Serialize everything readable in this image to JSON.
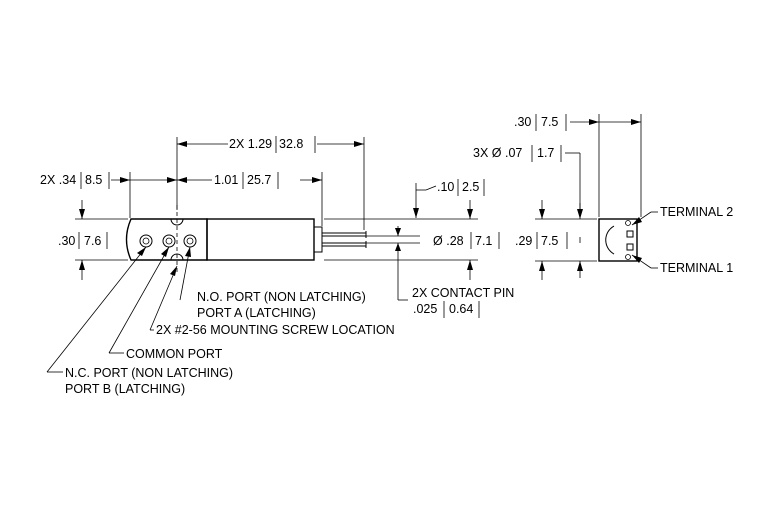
{
  "dimensions": {
    "mount_spacing": {
      "qty": "2X",
      "value": ".34",
      "metric": "8.5"
    },
    "overall_length": {
      "qty": "2X",
      "value": "1.29",
      "metric": "32.8"
    },
    "body_length": {
      "value": "1.01",
      "metric": "25.7"
    },
    "body_height": {
      "value": ".30",
      "metric": "7.6"
    },
    "pin_extension": {
      "value": ".10",
      "metric": "2.5"
    },
    "diameter": {
      "symbol": "Ø",
      "value": ".28",
      "metric": "7.1"
    },
    "contact_pin_size": {
      "value": ".025",
      "metric": "0.64"
    },
    "end_width": {
      "value": ".30",
      "metric": "7.5"
    },
    "terminal_hole": {
      "qty": "3X",
      "symbol": "Ø",
      "value": ".07",
      "metric": "1.7"
    },
    "end_height": {
      "value": ".29",
      "metric": "7.5"
    }
  },
  "callouts": {
    "contact_pin": "2X CONTACT PIN",
    "terminal_2": "TERMINAL 2",
    "terminal_1": "TERMINAL 1",
    "no_port_line1": "N.O. PORT (NON LATCHING)",
    "no_port_line2": "PORT A (LATCHING)",
    "mount_screw": "2X #2-56 MOUNTING SCREW LOCATION",
    "common_port": "COMMON PORT",
    "nc_port_line1": "N.C. PORT (NON LATCHING)",
    "nc_port_line2": "PORT B (LATCHING)"
  }
}
